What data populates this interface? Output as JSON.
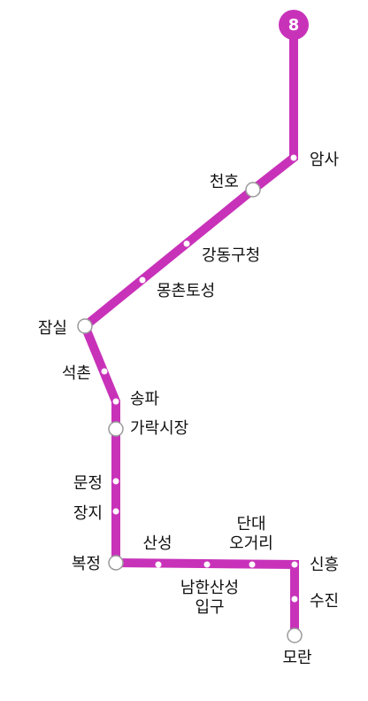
{
  "line": {
    "badge": "8",
    "color": "#c832b9",
    "stop_fill": "#ffffff",
    "transfer_fill": "#ffffff",
    "transfer_stroke": "#999999"
  },
  "stations": [
    {
      "id": "amsa",
      "name": "암사",
      "type": "stop"
    },
    {
      "id": "cheonho",
      "name": "천호",
      "type": "transfer"
    },
    {
      "id": "gangdong-gucheong",
      "name": "강동구청",
      "type": "stop"
    },
    {
      "id": "mongchontoseong",
      "name": "몽촌토성",
      "type": "stop"
    },
    {
      "id": "jamsil",
      "name": "잠실",
      "type": "transfer"
    },
    {
      "id": "seokchon",
      "name": "석촌",
      "type": "stop"
    },
    {
      "id": "songpa",
      "name": "송파",
      "type": "stop"
    },
    {
      "id": "garak-market",
      "name": "가락시장",
      "type": "transfer"
    },
    {
      "id": "munjeong",
      "name": "문정",
      "type": "stop"
    },
    {
      "id": "jangji",
      "name": "장지",
      "type": "stop"
    },
    {
      "id": "bokjeong",
      "name": "복정",
      "type": "transfer"
    },
    {
      "id": "sanseong",
      "name": "산성",
      "type": "stop"
    },
    {
      "id": "namhansanseong",
      "name": "남한산성 입구",
      "lines": [
        "남한산성",
        "입구"
      ],
      "type": "stop"
    },
    {
      "id": "dandae-ogeori",
      "name": "단대 오거리",
      "lines": [
        "단대",
        "오거리"
      ],
      "type": "stop"
    },
    {
      "id": "sinheung",
      "name": "신흥",
      "type": "stop"
    },
    {
      "id": "sujin",
      "name": "수진",
      "type": "stop"
    },
    {
      "id": "moran",
      "name": "모란",
      "type": "transfer"
    }
  ]
}
